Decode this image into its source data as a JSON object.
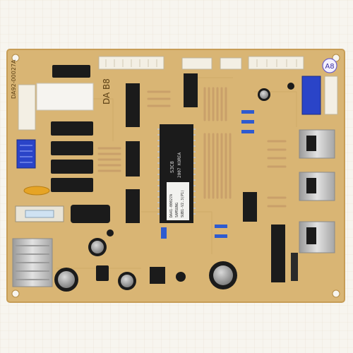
{
  "labels": {
    "version_sticker": "A8",
    "label_vertical_left": "DA92-00027A",
    "board_logo": "DA B8",
    "chip_label_1": "S3C8",
    "chip_label_2": "2007 KOREA",
    "mcu_sticker_1": "DA41-00027A",
    "mcu_sticker_2": "SAMSUNG",
    "mcu_sticker_3": "SUB1-V2.3(P1)"
  },
  "colors": {
    "board": "#d9b574",
    "board_edge": "#c79d56",
    "chip": "#1b1b1b",
    "relay_blue": "#2a44c8",
    "heatsink": "#c8c8c8"
  }
}
